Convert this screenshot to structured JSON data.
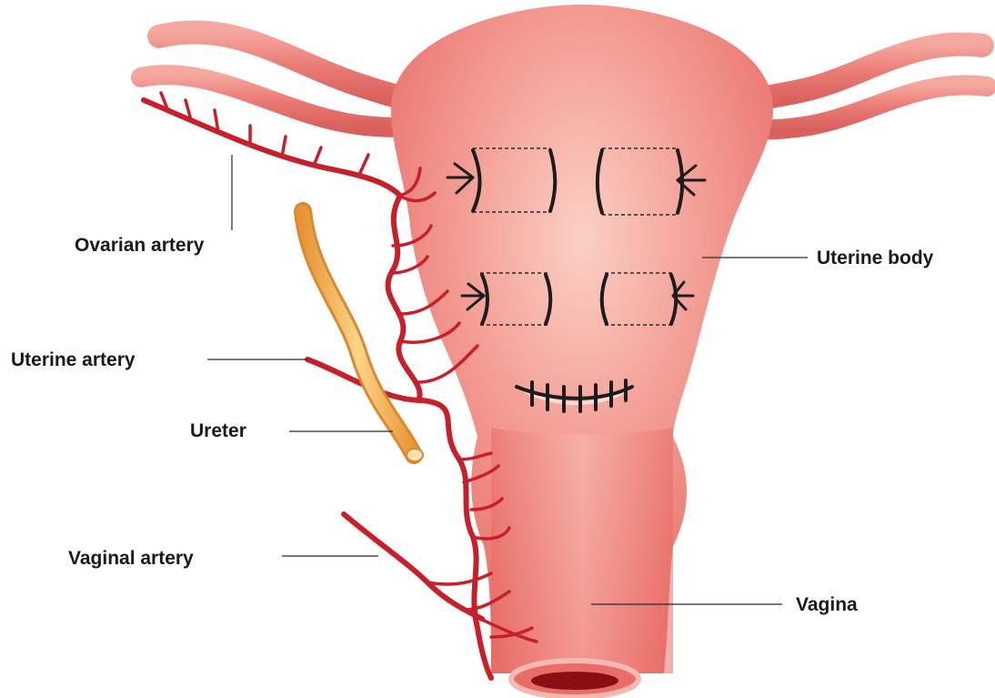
{
  "labels": {
    "ovarian_artery": "Ovarian artery",
    "uterine_artery": "Uterine artery",
    "ureter": "Ureter",
    "vaginal_artery": "Vaginal artery",
    "uterine_body": "Uterine body",
    "vagina": "Vagina"
  },
  "colors": {
    "uterus_fill": "#ef7f79",
    "uterus_highlight": "#f8c0b8",
    "artery": "#c8202a",
    "ureter": "#f2a94a",
    "suture": "#1c1c1c"
  }
}
